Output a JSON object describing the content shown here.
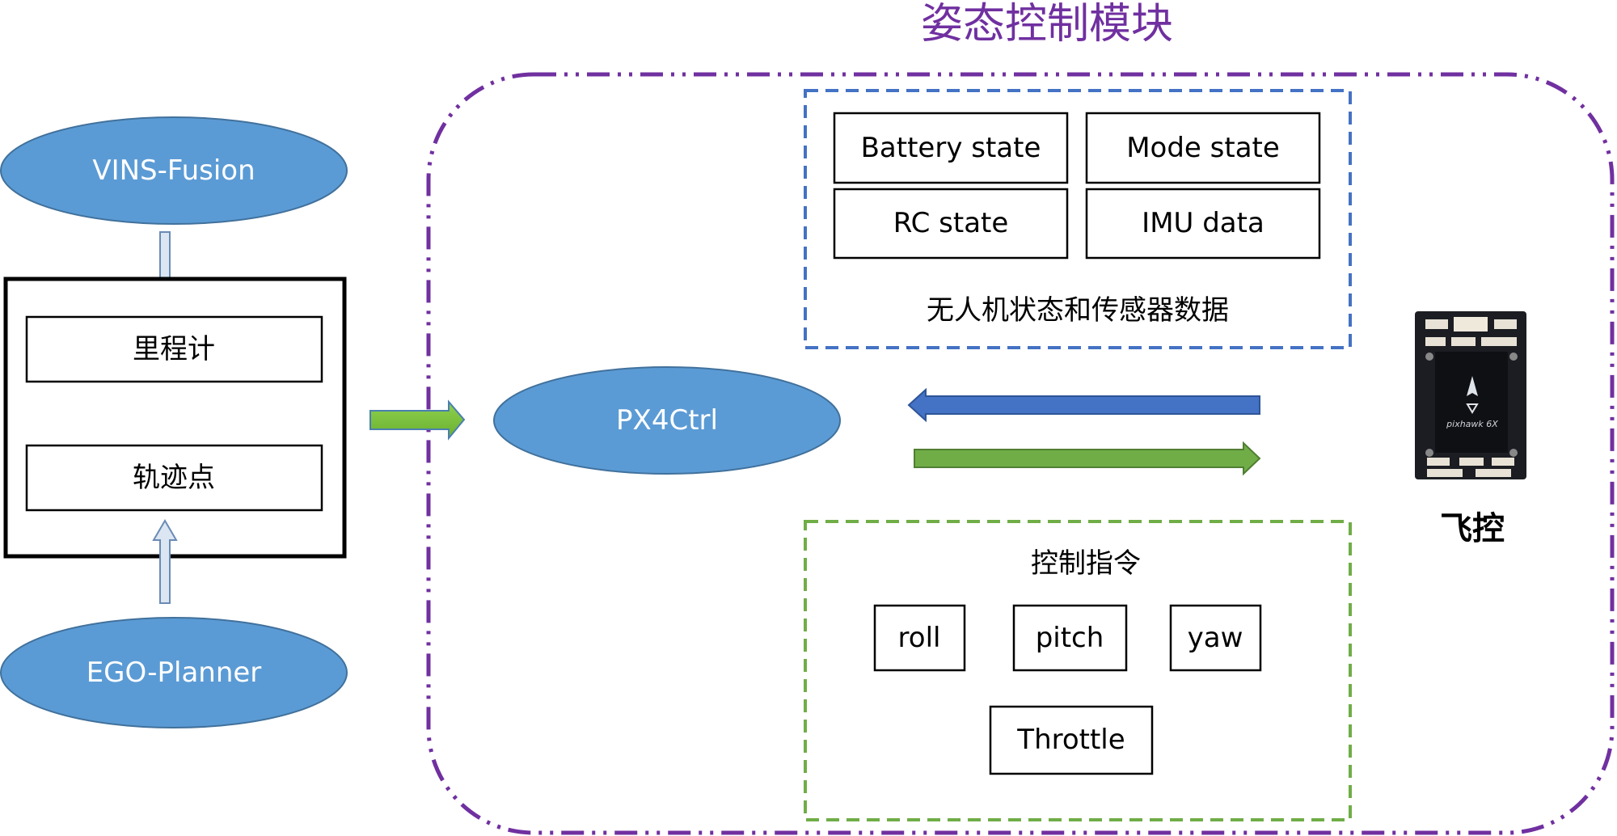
{
  "title": "姿态控制模块",
  "colors": {
    "module_border": "#7030A0",
    "ellipse_fill": "#5B9BD5",
    "state_box_border": "#4472C4",
    "command_box_border": "#70AD47",
    "feedback_arrow": "#4472C4",
    "command_arrow": "#70AD47"
  },
  "inputs": {
    "vins": "VINS-Fusion",
    "ego": "EGO-Planner",
    "odometry": "里程计",
    "waypoints": "轨迹点"
  },
  "controller": "PX4Ctrl",
  "state_group": {
    "caption": "无人机状态和传感器数据",
    "items": [
      "Battery state",
      "Mode state",
      "RC state",
      "IMU data"
    ]
  },
  "command_group": {
    "caption": "控制指令",
    "items": [
      "roll",
      "pitch",
      "yaw",
      "Throttle"
    ]
  },
  "flight_controller": {
    "label": "飞控",
    "device_text": "pixhawk 6X"
  }
}
